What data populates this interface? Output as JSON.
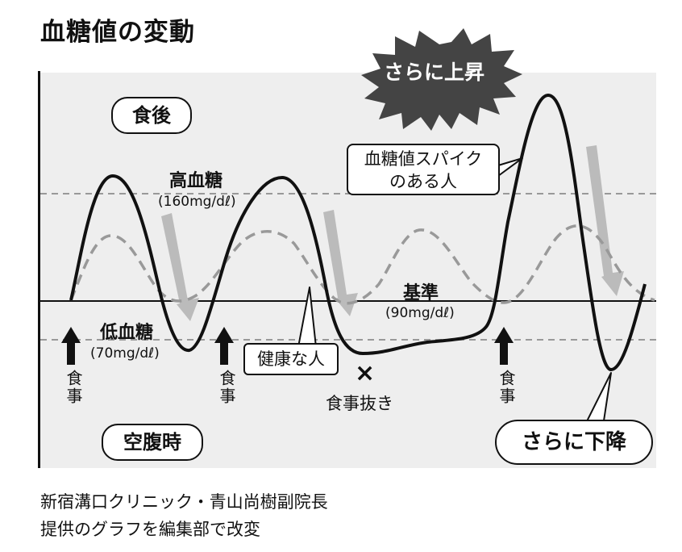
{
  "title": "血糖値の変動",
  "labels": {
    "after_meal": "食後",
    "fasting": "空腹時",
    "high": "高血糖",
    "high_value": "(160mg/dℓ)",
    "low": "低血糖",
    "low_value": "(70mg/dℓ)",
    "baseline": "基準",
    "baseline_value": "(90mg/dℓ)",
    "meal": "食事",
    "skip_meal": "食事抜き",
    "skip_mark": "×",
    "rise_more": "さらに上昇",
    "fall_more": "さらに下降",
    "spike_person_line1": "血糖値スパイク",
    "spike_person_line2": "のある人",
    "healthy_person": "健康な人"
  },
  "footer": {
    "line1": "新宿溝口クリニック・青山尚樹副院長",
    "line2": "提供のグラフを編集部で改変"
  },
  "colors": {
    "background": "#eeeeee",
    "spike_curve": "#111111",
    "healthy_curve": "#999999",
    "arrow": "#bbbbbb"
  }
}
